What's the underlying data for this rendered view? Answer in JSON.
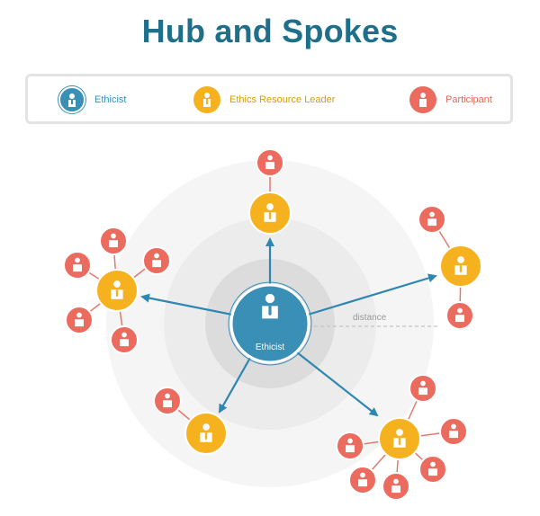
{
  "title": "Hub and Spokes",
  "legend": {
    "ethicist": "Ethicist",
    "ethics_resource_leader": "Ethics Resource Leader",
    "participant": "Participant"
  },
  "hub": {
    "label": "Ethicist"
  },
  "distance_label": "distance",
  "colors": {
    "ethicist": "#3a8fb7",
    "ethicist_border": "#ffffff",
    "resource_leader": "#f6b11e",
    "participant": "#ec6b5f",
    "title": "#1f6f8b",
    "spoke_arrow": "#2f86b1",
    "connector": "#e07a6c",
    "distance_line": "#c4c4c4"
  },
  "icons": {
    "person": "person-icon"
  }
}
